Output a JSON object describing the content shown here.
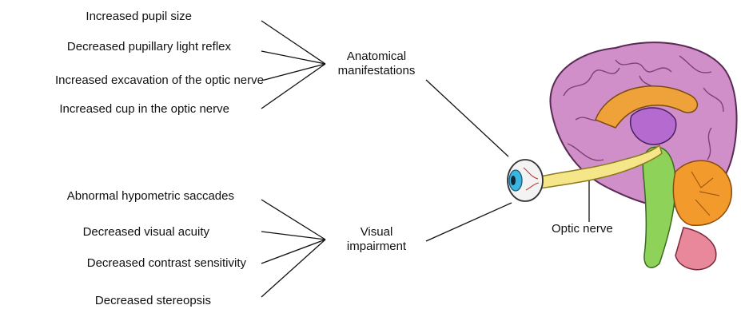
{
  "anatomical": {
    "items": [
      "Increased pupil size",
      "Decreased pupillary light reflex",
      "Increased excavation of the optic nerve",
      "Increased cup in the optic nerve"
    ],
    "group_label_line1": "Anatomical",
    "group_label_line2": "manifestations"
  },
  "visual": {
    "items": [
      "Abnormal hypometric saccades",
      "Decreased visual acuity",
      "Decreased contrast sensitivity",
      "Decreased stereopsis"
    ],
    "group_label_line1": "Visual",
    "group_label_line2": "impairment"
  },
  "illustration": {
    "callout": "Optic nerve"
  }
}
